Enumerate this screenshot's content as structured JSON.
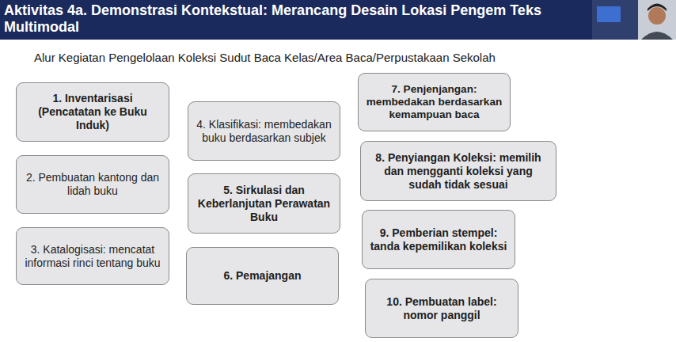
{
  "diagram": {
    "title": "Aktivitas 4a. Demonstrasi Kontekstual: Merancang Desain Lokasi Pengem Teks Multimodal",
    "nodes": [
      {
        "text": [
          "1. Inventarisasi (Pencatatan ke Buku Induk)"
        ]
      },
      {
        "text": [
          "2. Pembuatan kantong dan lidah buku"
        ]
      },
      {
        "text": [
          "3. Katalogisasi: mencatat informasi rinci tentang buku"
        ]
      },
      {
        "text": [
          "4. Klasifikasi: membedakan buku berdasarkan subjek"
        ]
      },
      {
        "text": [
          "5. Sirkulasi dan Keberlanjutan Perawatan Buku"
        ]
      },
      {
        "text": [
          "6. Pemajangan"
        ]
      },
      {
        "text": [
          "7. Penjenjangan: membedakan berdasarkan kemampuan baca"
        ]
      },
      {
        "text": [
          "8. Penyiangan Koleksi: memilih dan mengganti koleksi yang sudah tidak sesuai"
        ]
      },
      {
        "text": [
          "9. Pemberian stempel: tanda kepemilikan koleksi"
        ]
      },
      {
        "text": [
          "10. Pembuatan label: nomor panggil"
        ]
      }
    ],
    "labels": [
      "Alur Kegiatan Pengelolaan Koleksi Sudut Baca Kelas/Area Baca/Perpustakaan Sekolah"
    ]
  }
}
